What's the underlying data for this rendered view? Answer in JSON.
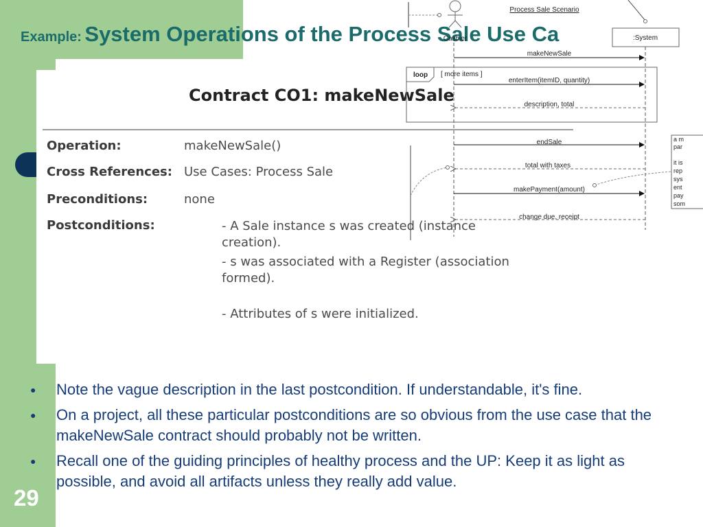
{
  "slide": {
    "title_prefix": "Example:",
    "title_main": "System Operations of the Process Sale Use Ca",
    "page_number": "29"
  },
  "contract": {
    "title": "Contract CO1: makeNewSale",
    "rows": [
      {
        "label": "Operation:",
        "value": "makeNewSale()"
      },
      {
        "label": "Cross References:",
        "value": "Use Cases: Process Sale"
      },
      {
        "label": "Preconditions:",
        "value": "none"
      },
      {
        "label": "Postconditions:",
        "value": ""
      }
    ],
    "postconditions": [
      "- A Sale instance s was created (instance creation).",
      "- s was associated with a Register (association formed).",
      "- Attributes of s were initialized."
    ]
  },
  "sequence_diagram": {
    "scenario_title": "Process Sale Scenario",
    "actor_label": "Cashier",
    "system_label": ":System",
    "loop_label": "loop",
    "loop_guard": "[ more items ]",
    "messages": [
      "makeNewSale",
      "enterItem(itemID, quantity)",
      "description, total",
      "endSale",
      "total with taxes",
      "makePayment(amount)",
      "change due, receipt"
    ],
    "note_lines": [
      "a m",
      "par",
      "",
      "it is",
      "rep",
      "sys",
      "ent",
      "pay",
      "som"
    ]
  },
  "bullets": [
    "Note the vague description in the last postcondition. If understandable, it's fine.",
    "On a project, all these particular postconditions are so obvious from the use case that the makeNewSale contract should probably not be written.",
    "Recall one of the guiding principles of healthy process and the UP: Keep it as light as possible, and avoid all artifacts unless they really add value."
  ],
  "colors": {
    "background_green": "#9fcd93",
    "title_teal": "#1b6b6b",
    "bullet_blue": "#163c78",
    "tab_navy": "#0d3358"
  }
}
